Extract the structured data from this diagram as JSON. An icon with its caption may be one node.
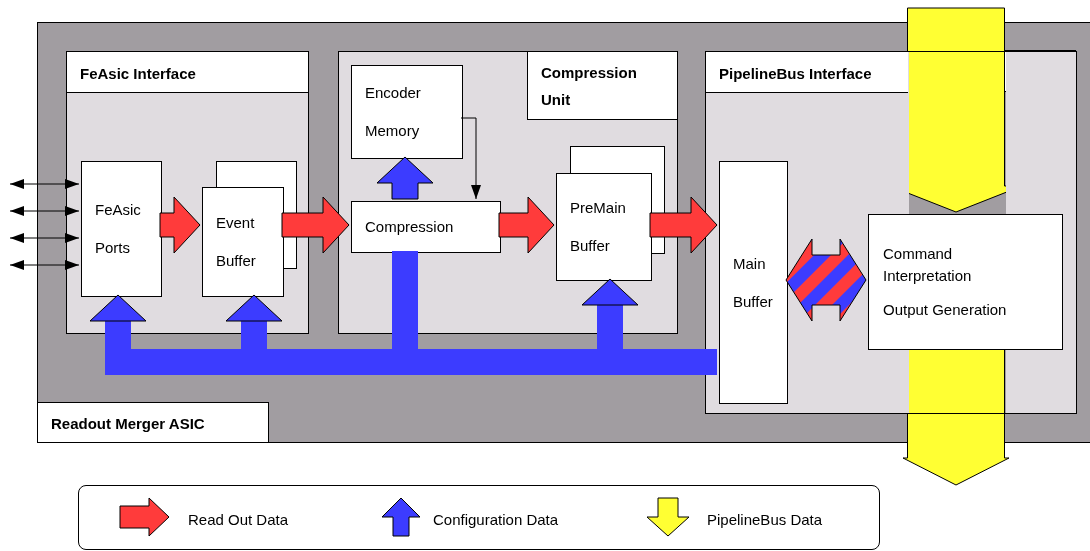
{
  "diagram": {
    "nodes": [
      {
        "text": [
          "Readout Merger ASIC"
        ]
      },
      {
        "text": [
          "FeAsic Interface"
        ],
        "in": 0
      },
      {
        "text": [
          "Compression Unit"
        ],
        "in": 0
      },
      {
        "text": [
          "PipelineBus Interface"
        ],
        "in": 0
      },
      {
        "text": [
          "FeAsic Ports"
        ],
        "in": 1
      },
      {
        "text": [
          "Event Buffer"
        ],
        "in": 1
      },
      {
        "text": [
          "Encoder Memory"
        ],
        "in": 2
      },
      {
        "text": [
          "Compression"
        ],
        "in": 2
      },
      {
        "text": [
          "PreMain Buffer"
        ],
        "in": 2
      },
      {
        "text": [
          "Main Buffer"
        ],
        "in": 3
      },
      {
        "text": [
          "Command Interpretation",
          "Output Generation"
        ],
        "in": 3
      }
    ],
    "edges": [
      {
        "from": null,
        "to": 4,
        "arrow": "both"
      },
      {
        "from": null,
        "to": 4,
        "arrow": "both"
      },
      {
        "from": null,
        "to": 4,
        "arrow": "both"
      },
      {
        "from": null,
        "to": 4,
        "arrow": "both"
      },
      {
        "from": 4,
        "to": 5,
        "arrow": "to",
        "style": "thick",
        "color": "#ff3b3b"
      },
      {
        "from": 5,
        "to": 7,
        "arrow": "to",
        "style": "thick",
        "color": "#ff3b3b"
      },
      {
        "from": 6,
        "to": 7,
        "arrow": "to"
      },
      {
        "from": 7,
        "to": 8,
        "arrow": "to",
        "style": "thick",
        "color": "#ff3b3b"
      },
      {
        "from": 8,
        "to": 9,
        "arrow": "to",
        "style": "thick",
        "color": "#ff3b3b"
      },
      {
        "from": 9,
        "to": 4,
        "arrow": "to",
        "style": "thick",
        "color": "#3c3cff"
      },
      {
        "from": 9,
        "to": 5,
        "arrow": "to",
        "style": "thick",
        "color": "#3c3cff"
      },
      {
        "from": 9,
        "to": 7,
        "arrow": "none",
        "style": "thick",
        "color": "#3c3cff"
      },
      {
        "from": 7,
        "to": 6,
        "arrow": "to",
        "style": "thick",
        "color": "#3c3cff"
      },
      {
        "from": 9,
        "to": 8,
        "arrow": "to",
        "style": "thick",
        "color": "#3c3cff"
      },
      {
        "from": 9,
        "to": 10,
        "arrow": "both",
        "style": "thick"
      },
      {
        "from": null,
        "to": 10,
        "arrow": "to",
        "style": "thick",
        "color": "#ffff33"
      },
      {
        "from": 10,
        "to": null,
        "arrow": "to",
        "style": "thick",
        "color": "#ffff33"
      }
    ],
    "legend": [
      {
        "text": "Read Out Data"
      },
      {
        "text": "Configuration Data"
      },
      {
        "text": "PipelineBus Data"
      }
    ]
  }
}
